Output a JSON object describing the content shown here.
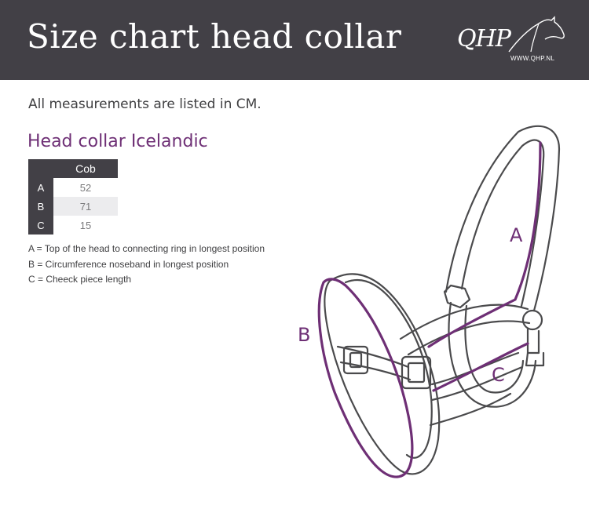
{
  "header": {
    "title": "Size chart head collar",
    "logo_text": "QHP",
    "logo_url": "WWW.QHP.NL"
  },
  "intro": "All measurements are listed in CM.",
  "section_title": "Head collar Icelandic",
  "size_table": {
    "columns": [
      "Cob"
    ],
    "rows": [
      {
        "key": "A",
        "values": [
          "52"
        ]
      },
      {
        "key": "B",
        "values": [
          "71"
        ]
      },
      {
        "key": "C",
        "values": [
          "15"
        ]
      }
    ]
  },
  "legend": [
    "A = Top of the head to connecting ring in longest position",
    "B = Circumference noseband in longest position",
    "C = Cheeck piece length"
  ],
  "diagram": {
    "labels": {
      "a": "A",
      "b": "B",
      "c": "C"
    },
    "accent_color": "#6e2f75",
    "outline_color": "#4a4a4c"
  },
  "colors": {
    "header_bg": "#424046",
    "accent": "#6e2f75"
  }
}
